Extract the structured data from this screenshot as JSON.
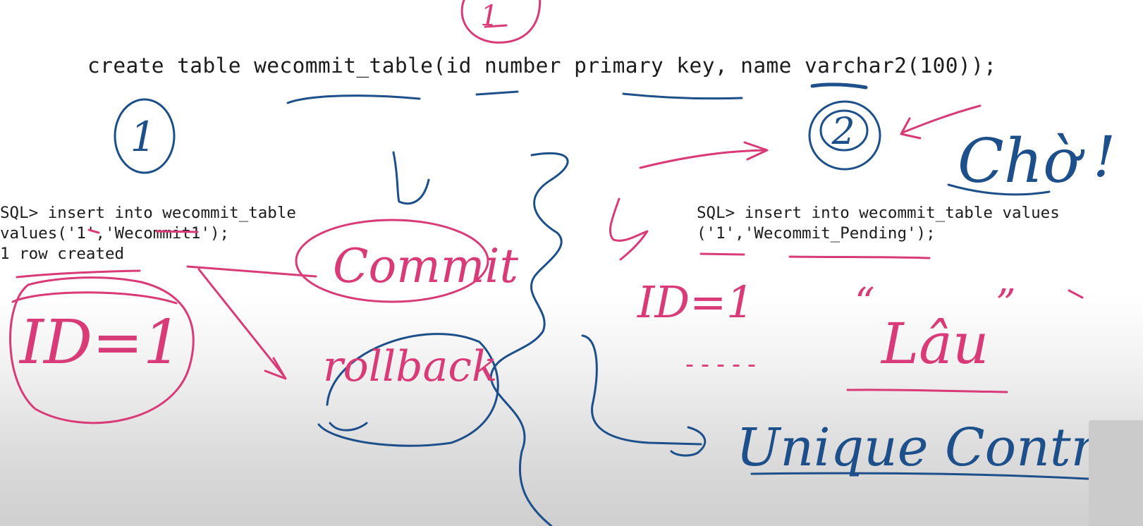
{
  "code": {
    "create_statement": "create table wecommit_table(id number primary key, name varchar2(100));",
    "left_session": [
      "SQL> insert into wecommit_table",
      "values('1','Wecommit1');",
      "1 row created"
    ],
    "right_session": [
      "SQL> insert into wecommit_table values",
      "('1','Wecommit_Pending');"
    ]
  },
  "annotations": {
    "top_marker": "1",
    "session_one_marker": "1",
    "session_two_marker": "2",
    "wait_label": "Chờ",
    "wait_exclaim": "!",
    "left_result": "ID=1",
    "commit_label": "Commit",
    "rollback_label": "rollback",
    "right_result": "ID=1",
    "long_label": "Lâu",
    "quote_open": "“",
    "quote_close": "”",
    "dashes": "- - - - -",
    "constraint_label": "Unique Contraint, v"
  },
  "colors": {
    "pen_pink": "#d93b78",
    "pen_blue": "#1d4f8a",
    "code_text": "#1c1c1c"
  }
}
